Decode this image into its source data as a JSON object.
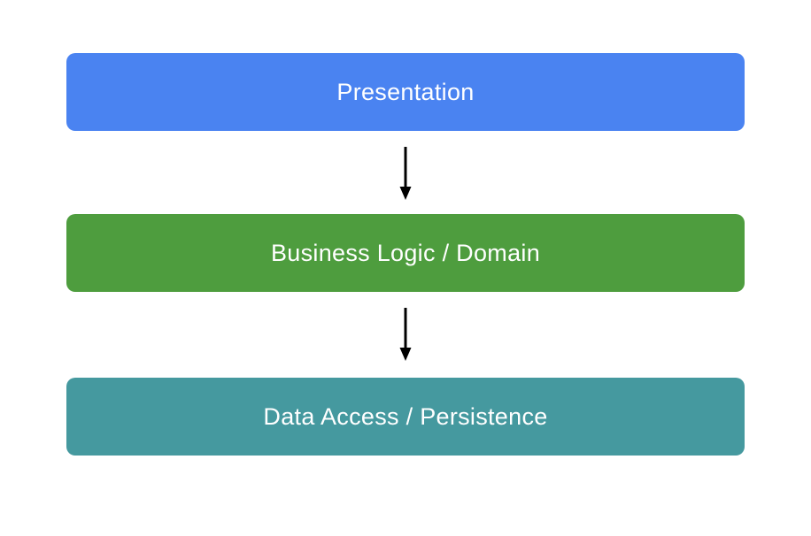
{
  "diagram": {
    "type": "layered-architecture",
    "background_color": "#ffffff",
    "arrow_color": "#000000",
    "text_color": "#ffffff",
    "layers": [
      {
        "id": "presentation",
        "label": "Presentation",
        "color": "#4a83f1"
      },
      {
        "id": "business",
        "label": "Business Logic / Domain",
        "color": "#4e9d3e"
      },
      {
        "id": "data",
        "label": "Data Access / Persistence",
        "color": "#45999f"
      }
    ],
    "connections": [
      {
        "from": "Presentation",
        "to": "Business Logic / Domain",
        "direction": "down"
      },
      {
        "from": "Business Logic / Domain",
        "to": "Data Access / Persistence",
        "direction": "down"
      }
    ]
  }
}
